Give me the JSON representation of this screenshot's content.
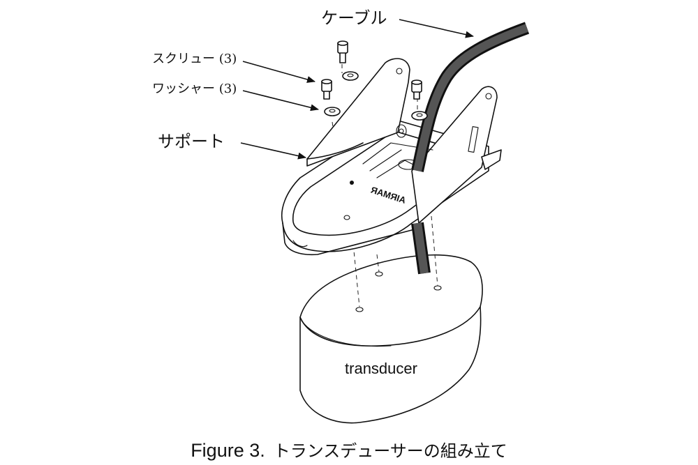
{
  "labels": {
    "cable": "ケーブル",
    "screw": "スクリュー (3)",
    "washer": "ワッシャー (3)",
    "support": "サポート",
    "transducer": "transducer",
    "brand": "AIRMAR"
  },
  "caption": {
    "figure": "Figure 3.",
    "title": "トランスデューサーの組み立て"
  }
}
